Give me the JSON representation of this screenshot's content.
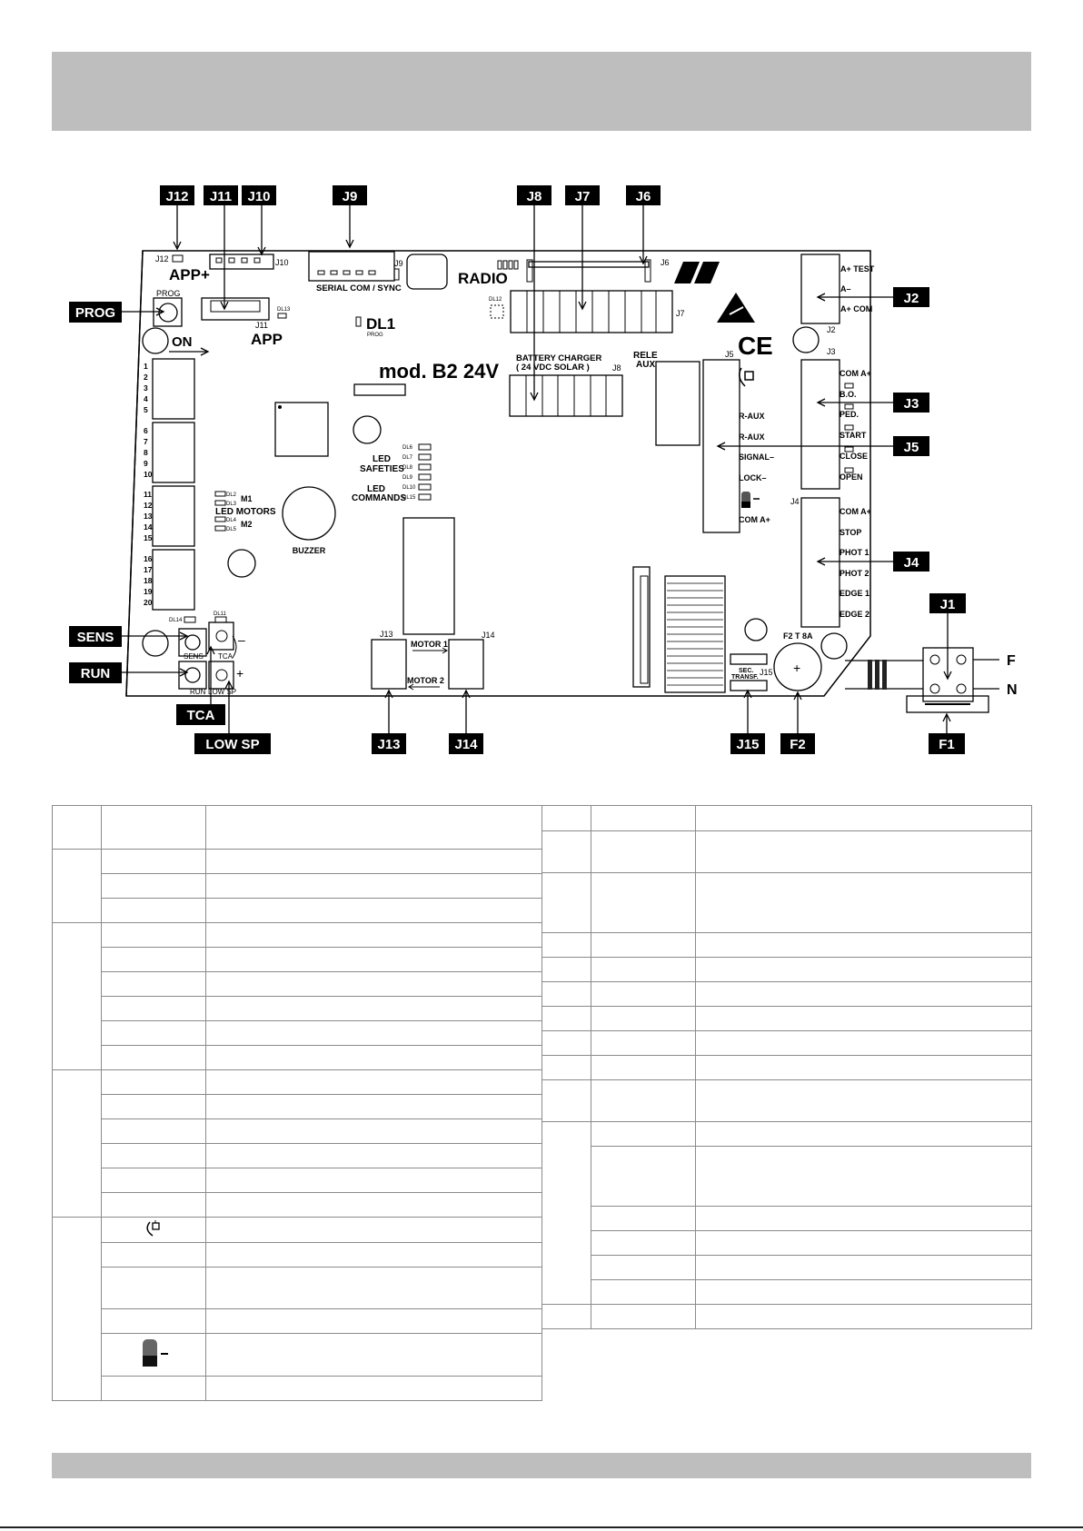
{
  "connector_labels": {
    "J12": "J12",
    "J11": "J11",
    "J10": "J10",
    "J9": "J9",
    "J8": "J8",
    "J7": "J7",
    "J6": "J6",
    "PROG": "PROG",
    "J2": "J2",
    "J3": "J3",
    "J5": "J5",
    "J4": "J4",
    "J1": "J1",
    "SENS": "SENS",
    "RUN": "RUN",
    "TCA": "TCA",
    "LOW_SP": "LOW SP",
    "J13": "J13",
    "J14": "J14",
    "J15": "J15",
    "F2": "F2",
    "F1": "F1",
    "F": "F",
    "N": "N"
  },
  "board": {
    "model": "mod. B2 24V",
    "radio": "RADIO",
    "app_plus": "APP+",
    "app": "APP",
    "serial": "SERIAL COM / SYNC",
    "battery_charger": "BATTERY CHARGER",
    "solar": "( 24 VDC SOLAR )",
    "rele": "RELE",
    "aux": "AUX",
    "dl1": "DL1",
    "prog_small": "PROG",
    "on": "ON",
    "led_safeties_1": "LED",
    "led_safeties_2": "SAFETIES",
    "led_commands_1": "LED",
    "led_commands_2": "COMMANDS",
    "led_motors": "LED MOTORS",
    "m1": "M1",
    "m2": "M2",
    "buzzer": "BUZZER",
    "motor1": "MOTOR 1",
    "motor2": "MOTOR 2",
    "fuse_f2": "F2  T 8A",
    "sec_transf_1": "SEC.",
    "sec_transf_2": "TRANSF.",
    "sens_small": "SENS",
    "tca_small": "TCA",
    "run_small": "RUN",
    "lowsp_small": "LOW SP",
    "j2_terms": [
      "A+ TEST",
      "A–",
      "A+ COM"
    ],
    "j3_terms": [
      "COM A+",
      "B.O.",
      "PED.",
      "START",
      "CLOSE",
      "OPEN"
    ],
    "j4_terms": [
      "COM A+",
      "STOP",
      "PHOT 1",
      "PHOT 2",
      "EDGE 1",
      "EDGE 2"
    ],
    "j5_terms": [
      "R-AUX",
      "R-AUX",
      "SIGNAL–",
      "LOCK–",
      "COM A+"
    ],
    "dip_numbers": [
      "1",
      "2",
      "3",
      "4",
      "5",
      "6",
      "7",
      "8",
      "9",
      "10",
      "11",
      "12",
      "13",
      "14",
      "15",
      "16",
      "17",
      "18",
      "19",
      "20"
    ],
    "safety_leds": [
      "DL6",
      "DL7",
      "DL8",
      "DL9",
      "DL10",
      "DL15"
    ],
    "motor_leds": [
      "DL2",
      "DL3",
      "DL4",
      "DL5"
    ],
    "small_tags": {
      "J12": "J12",
      "J10": "J10",
      "J9": "J9",
      "J11": "J11",
      "J6": "J6",
      "J7": "J7",
      "J8": "J8",
      "J5": "J5",
      "J2": "J2",
      "J3": "J3",
      "J4": "J4",
      "J13": "J13",
      "J14": "J14",
      "J15": "J15",
      "DL12": "DL12",
      "DL13": "DL13",
      "DL14": "DL14",
      "DL11": "DL11",
      "PROG": "PROG"
    }
  },
  "icons": [
    "lock-icon",
    "flashing-lamp-icon"
  ],
  "minus_sign": "–",
  "colors": {
    "label_bg": "#000000",
    "label_text": "#ffffff",
    "band": "#bebebe",
    "table_border": "#8a8a8a"
  }
}
